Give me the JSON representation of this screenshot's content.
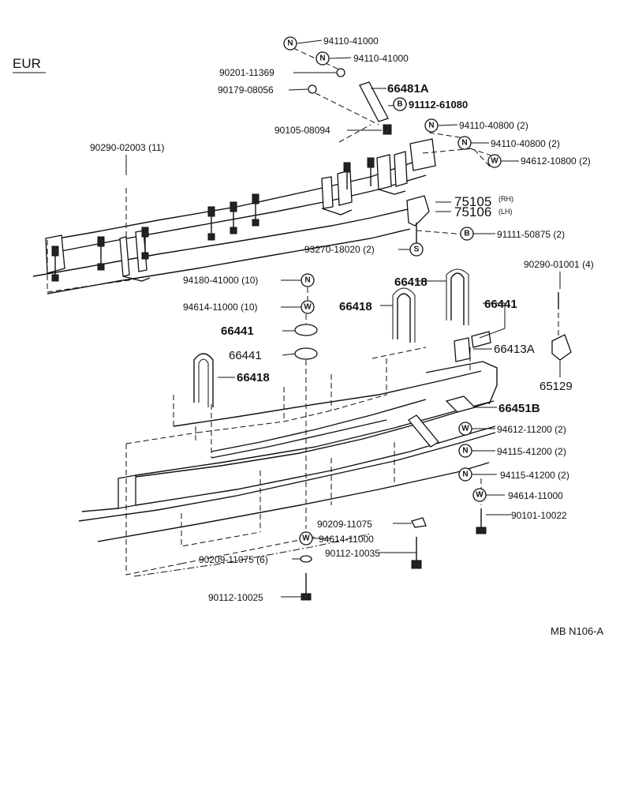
{
  "region_label": "EUR",
  "diagram_code": "MB  N106-A",
  "symbols": {
    "nut": "N",
    "washer": "W",
    "bolt": "B",
    "screw": "S"
  },
  "callouts": {
    "c1": "94110-41000",
    "c2": "94110-41000",
    "c3": "90201-11369",
    "c4": "66481A",
    "c5": "90179-08056",
    "c6": "91112-61080",
    "c7": "90105-08094",
    "c8": "94110-40800 (2)",
    "c9": "94110-40800 (2)",
    "c10": "94612-10800 (2)",
    "c11": "90290-02003 (11)",
    "c12": "75105",
    "c12s": "(RH)",
    "c13": "75106",
    "c13s": "(LH)",
    "c14": "91111-50875 (2)",
    "c15": "93270-18020 (2)",
    "c16": "90290-01001 (4)",
    "c17": "94180-41000 (10)",
    "c18": "66418",
    "c19": "94614-11000 (10)",
    "c20": "66418",
    "c21": "66441",
    "c22": "66441",
    "c23": "66413A",
    "c24": "66441",
    "c25": "65129",
    "c26": "66418",
    "c27": "66451B",
    "c28": "94612-11200 (2)",
    "c29": "94115-41200 (2)",
    "c30": "94115-41200 (2)",
    "c31": "94614-11000",
    "c32": "90101-10022",
    "c33": "90209-11075",
    "c34": "94614-11000",
    "c35": "90209-11075 (6)",
    "c36": "90112-10035",
    "c37": "90112-10025"
  }
}
